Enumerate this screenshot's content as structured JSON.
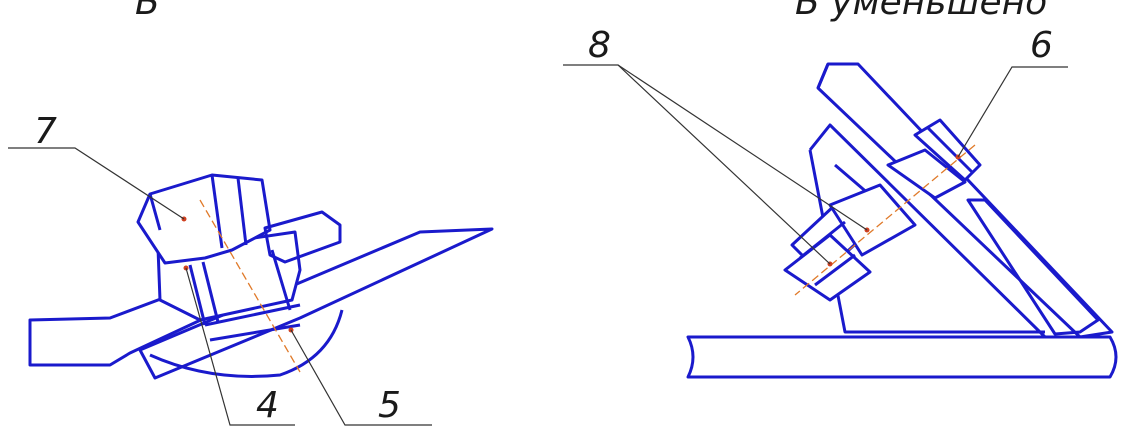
{
  "drawing": {
    "left_view": {
      "title": "Б",
      "callouts": [
        "7",
        "4",
        "5"
      ]
    },
    "right_view": {
      "title": "Б уменьшено",
      "callouts": [
        "8",
        "6"
      ]
    }
  },
  "colors": {
    "outline": "#1a1acc",
    "leader": "#333333",
    "axis": "#e07a2a",
    "background": "#ffffff"
  }
}
